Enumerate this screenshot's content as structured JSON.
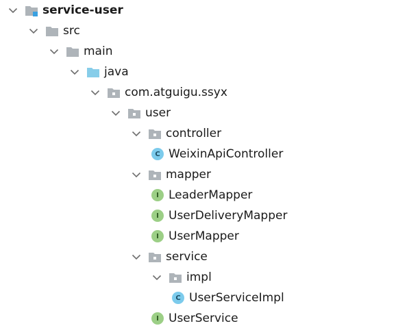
{
  "colors": {
    "folder": "#aeb4b9",
    "source_folder": "#87cde9",
    "module_accent": "#3aa0e0",
    "class_badge": "#7ccbec",
    "interface_badge": "#9ccf86",
    "chevron": "#6e6e6e"
  },
  "tree": [
    {
      "label": "service-user",
      "depth": 0,
      "kind": "module",
      "expanded": true,
      "bold": true
    },
    {
      "label": "src",
      "depth": 1,
      "kind": "folder",
      "expanded": true
    },
    {
      "label": "main",
      "depth": 2,
      "kind": "folder",
      "expanded": true
    },
    {
      "label": "java",
      "depth": 3,
      "kind": "source-folder",
      "expanded": true
    },
    {
      "label": "com.atguigu.ssyx",
      "depth": 4,
      "kind": "package",
      "expanded": true
    },
    {
      "label": "user",
      "depth": 5,
      "kind": "package",
      "expanded": true
    },
    {
      "label": "controller",
      "depth": 6,
      "kind": "package",
      "expanded": true
    },
    {
      "label": "WeixinApiController",
      "depth": 7,
      "kind": "class",
      "badge": "C"
    },
    {
      "label": "mapper",
      "depth": 6,
      "kind": "package",
      "expanded": true
    },
    {
      "label": "LeaderMapper",
      "depth": 7,
      "kind": "interface",
      "badge": "I"
    },
    {
      "label": "UserDeliveryMapper",
      "depth": 7,
      "kind": "interface",
      "badge": "I"
    },
    {
      "label": "UserMapper",
      "depth": 7,
      "kind": "interface",
      "badge": "I"
    },
    {
      "label": "service",
      "depth": 6,
      "kind": "package",
      "expanded": true
    },
    {
      "label": "impl",
      "depth": 7,
      "kind": "package",
      "expanded": true
    },
    {
      "label": "UserServiceImpl",
      "depth": 8,
      "kind": "class",
      "badge": "C"
    },
    {
      "label": "UserService",
      "depth": 7,
      "kind": "interface",
      "badge": "I"
    }
  ]
}
